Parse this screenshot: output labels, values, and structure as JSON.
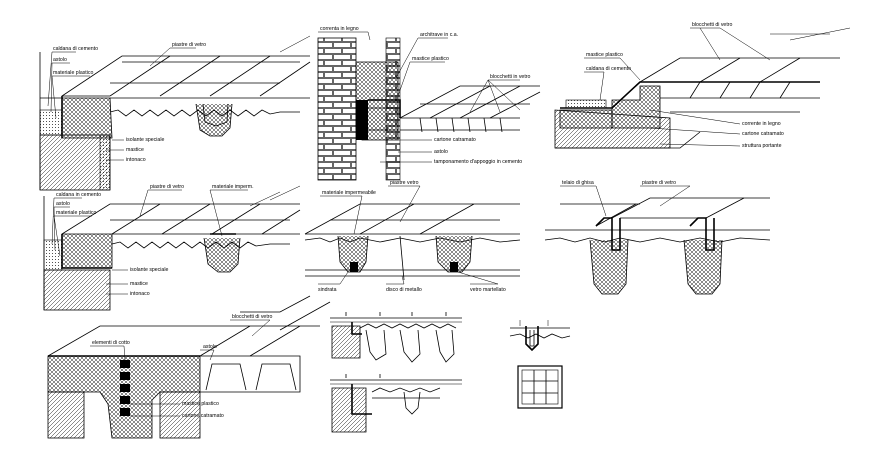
{
  "sheet": {
    "background": "#ffffff",
    "ink": "#000000"
  },
  "d1": {
    "labels": [
      "caldana di cemento",
      "astolo",
      "materiale plastico",
      "piastre di vetro",
      "isolante speciale",
      "mastice",
      "intonaco"
    ]
  },
  "d2": {
    "labels": [
      "correnta in legno",
      "architrave in c.a.",
      "mastice plastico",
      "blocchetti in vetro",
      "cartone catramato",
      "astolo",
      "tamponamento d'appoggio in cemento"
    ]
  },
  "d3": {
    "labels": [
      "blocchetti di vetro",
      "mastice plastico",
      "caldana di cemento",
      "corrente in legno",
      "cartone catramato",
      "struttura portante"
    ]
  },
  "d4": {
    "labels": [
      "caldana in cemento",
      "astolo",
      "materiale plastico",
      "piastre di vetro",
      "materiale imperm.",
      "isolante speciale",
      "mastice",
      "intonaco"
    ]
  },
  "d5": {
    "labels": [
      "materiale impermeabile",
      "piastre vetro",
      "sindrata",
      "disco di metallo",
      "vetro martellato"
    ]
  },
  "d6": {
    "labels": [
      "telaio di ghisa",
      "piastre di vetro"
    ]
  },
  "d7": {
    "labels": [
      "blocchetti di vetro",
      "elementi di cotto",
      "astolo",
      "mastice plastico",
      "cartone catramato"
    ]
  }
}
